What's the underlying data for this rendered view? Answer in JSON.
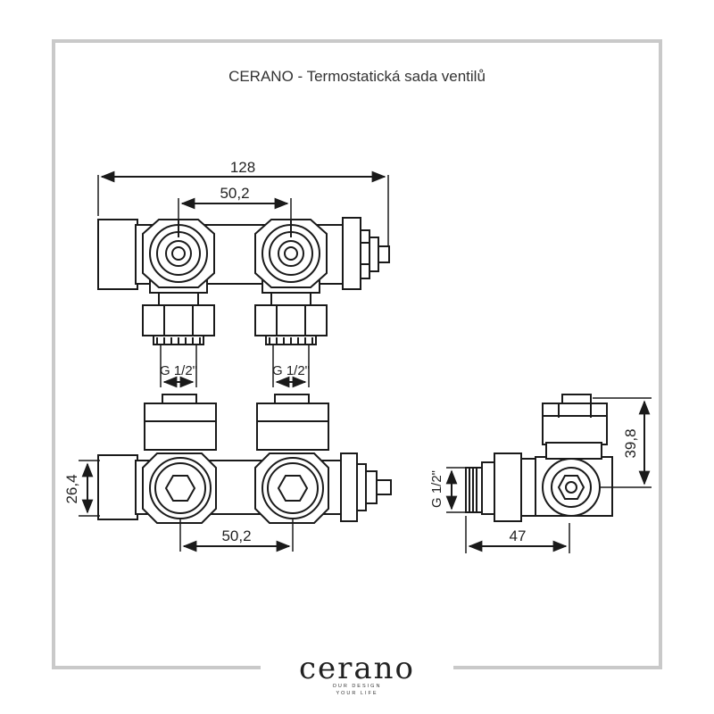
{
  "title": "CERANO - Termostatická sada ventilů",
  "dimensions": {
    "top_overall": "128",
    "top_center": "50,2",
    "thread_left": "G 1/2\"",
    "thread_right": "G 1/2\"",
    "front_height": "26,4",
    "front_center": "50,2",
    "side_thread": "G 1/2\"",
    "side_depth": "47",
    "side_height": "39,8"
  },
  "logo": {
    "name": "cerano",
    "tagline_1": "OUR DESIGN",
    "tagline_2": "YOUR LIFE"
  },
  "colors": {
    "frame": "#c9c9c9",
    "line": "#1a1a1a"
  }
}
